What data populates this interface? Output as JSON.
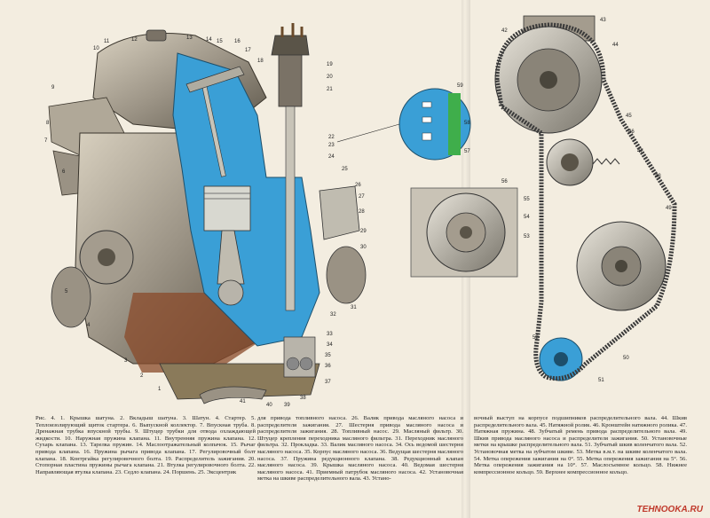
{
  "page": {
    "left_caption": "Рис. 4. 1. Крышка шатуна. 2. Вкладыш шатуна. 3. Шатун. 4. Стартер. 5. Теплоизолирующий щиток стартера. 6. Выпускной коллектор. 7. Впускная труба. 8. Дренажная трубка впускной трубы. 9. Штуцер трубки для отвода охлаждающей жидкости. 10. Наружная пружина клапана. 11. Внутренняя пружина клапана. 12. Сухарь клапана. 13. Тарелка пружин. 14. Маслоотражательный колпачок. 15. Рычаг привода клапана. 16. Пружина рычага привода клапана. 17. Регулировочный болт клапана. 18. Контргайка регулировочного болта. 19. Распределитель зажигания. 20. Стопорная пластина пружины рычага клапана. 21. Втулка регулировочного болта. 22. Направляющая втулка клапана. 23. Седло клапана. 24. Поршень. 25. Эксцентрик",
    "middle_caption": "для привода топливного насоса. 26. Валик привода масляного насоса и распределителя зажигания. 27. Шестерня привода масляного насоса и распределителя зажигания. 28. Топливный насос. 29. Масляный фильтр. 30. Штуцер крепления переходника масляного фильтра. 31. Переходник масляного фильтра. 32. Прокладка. 33. Валик масляного насоса. 34. Ось ведомой шестерни масляного насоса. 35. Корпус масляного насоса. 36. Ведущая шестерня масляного насоса. 37. Пружина редукционного клапана. 38. Редукционный клапан масляного насоса. 39. Крышка масляного насоса. 40. Ведомая шестерня масляного насоса. 41. Приемный патрубок масляного насоса. 42. Установочная метка на шкиве распределительного вала. 43. Устано-",
    "right_caption": "вочный выступ на корпусе подшипников распределительного вала. 44. Шкив распределительного вала. 45. Натяжной ролик. 46. Кронштейн натяжного ролика. 47. Натяжная пружина. 48. Зубчатый ремень привода распределительного вала. 49. Шкив привода масляного насоса и распределителя зажигания. 50. Установочные метки на крышке распределительного вала. 51. Зубчатый шкив коленчатого вала. 52. Установочная метка на зубчатом шкиве. 53. Метка в.м.т. на шкиве коленчатого вала. 54. Метка опережения зажигания на 0°. 55. Метка опережения зажигания на 5°. 56. Метка опережения зажигания на 10°. 57. Маслосъемное кольцо. 58. Нижнее компрессионное кольцо. 59. Верхнее компрессионное кольцо.",
    "watermark": "TEHNOOKA.RU",
    "callouts": {
      "c1": "1",
      "c2": "2",
      "c3": "3",
      "c4": "4",
      "c5": "5",
      "c6": "6",
      "c7": "7",
      "c8": "8",
      "c9": "9",
      "c10": "10",
      "c11": "11",
      "c12": "12",
      "c13": "13",
      "c14": "14",
      "c15": "15",
      "c16": "16",
      "c17": "17",
      "c18": "18",
      "c19": "19",
      "c20": "20",
      "c21": "21",
      "c22": "22",
      "c23": "23",
      "c24": "24",
      "c25": "25",
      "c26": "26",
      "c27": "27",
      "c28": "28",
      "c29": "29",
      "c30": "30",
      "c31": "31",
      "c32": "32",
      "c33": "33",
      "c34": "34",
      "c35": "35",
      "c36": "36",
      "c37": "37",
      "c38": "38",
      "c39": "39",
      "c40": "40",
      "c41": "41",
      "c42": "42",
      "c43": "43",
      "c44": "44",
      "c45": "45",
      "c46": "46",
      "c47": "47",
      "c48": "48",
      "c49": "49",
      "c50": "50",
      "c51": "51",
      "c52": "52",
      "c53": "53",
      "c54": "54",
      "c55": "55",
      "c56": "56",
      "c57": "57",
      "c58": "58",
      "c59": "59"
    }
  },
  "colors": {
    "paper": "#f3ede0",
    "engine_metal": "#8a8478",
    "cutaway_blue": "#3a9fd6",
    "rust": "#8a4a2a",
    "belt": "#3a3a3a",
    "pulley": "#b8b4aa",
    "ink": "#222222",
    "watermark": "#c0392b"
  }
}
